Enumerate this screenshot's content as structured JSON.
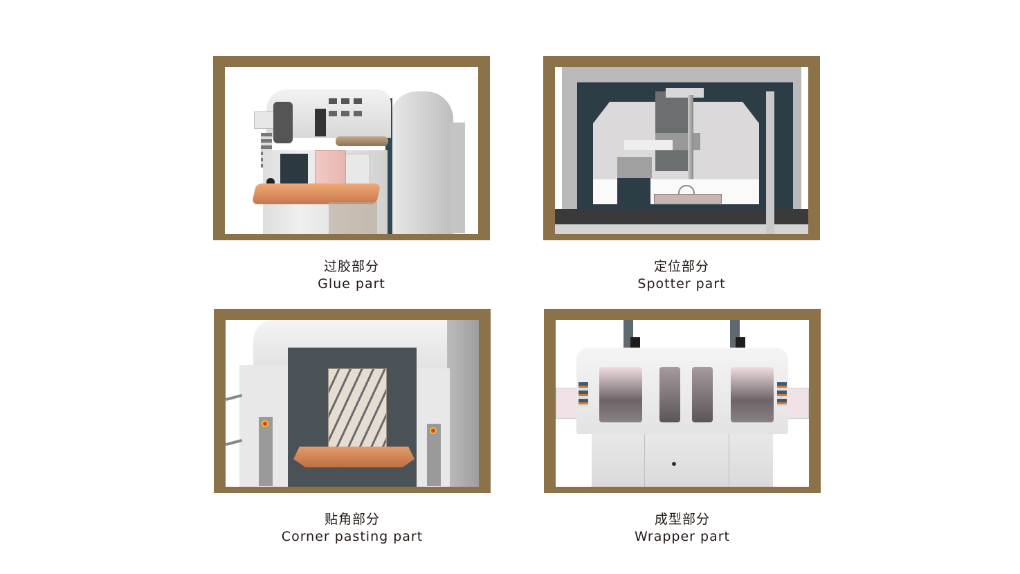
{
  "theme": {
    "frame_color": "#8b7248",
    "text_color": "#231815",
    "background": "#ffffff"
  },
  "sections": [
    {
      "zh": "过胶部分",
      "en": "Glue part",
      "image": "glue-machine-photo"
    },
    {
      "zh": "定位部分",
      "en": "Spotter part",
      "image": "spotter-machine-photo"
    },
    {
      "zh": "贴角部分",
      "en": "Corner pasting part",
      "image": "corner-pasting-machine-photo"
    },
    {
      "zh": "成型部分",
      "en": "Wrapper part",
      "image": "wrapper-machine-photo"
    }
  ]
}
